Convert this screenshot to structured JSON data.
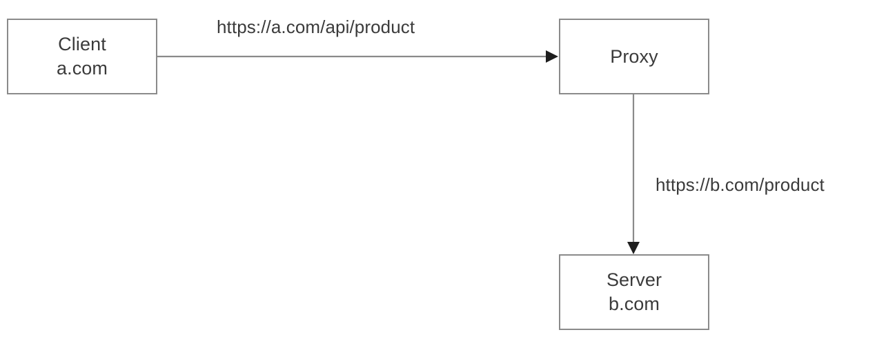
{
  "diagram": {
    "title": "proxy-request-flow",
    "background_color": "#ffffff",
    "node_border_color": "#8a8a8a",
    "edge_color": "#8a8a8a",
    "arrowhead_color": "#1e1e1e",
    "text_color": "#3b3b3b",
    "nodes": [
      {
        "id": "client",
        "line1": "Client",
        "line2": "a.com"
      },
      {
        "id": "proxy",
        "line1": "Proxy",
        "line2": ""
      },
      {
        "id": "server",
        "line1": "Server",
        "line2": "b.com"
      }
    ],
    "edges": [
      {
        "id": "client-to-proxy",
        "label": "https://a.com/api/product",
        "direction": "right"
      },
      {
        "id": "proxy-to-server",
        "label": "https://b.com/product",
        "direction": "down"
      }
    ]
  }
}
